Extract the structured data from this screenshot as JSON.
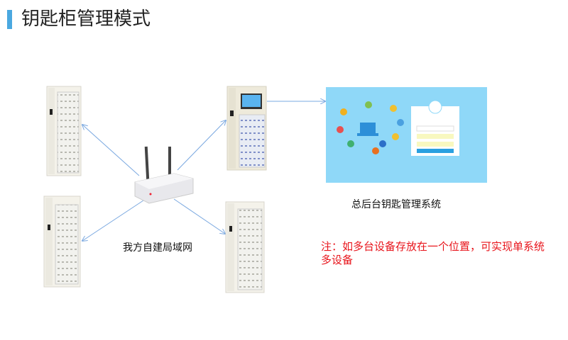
{
  "title": "钥匙柜管理模式",
  "network_label": "我方自建局域网",
  "system_label": "总后台钥匙管理系统",
  "note": "注：如多台设备存放在一个位置，可实现单系统多设备",
  "colors": {
    "accent": "#4aa8e0",
    "note": "#e8141b",
    "link_line": "#7aa8e0",
    "screen_bg": "#8fd8f8"
  }
}
